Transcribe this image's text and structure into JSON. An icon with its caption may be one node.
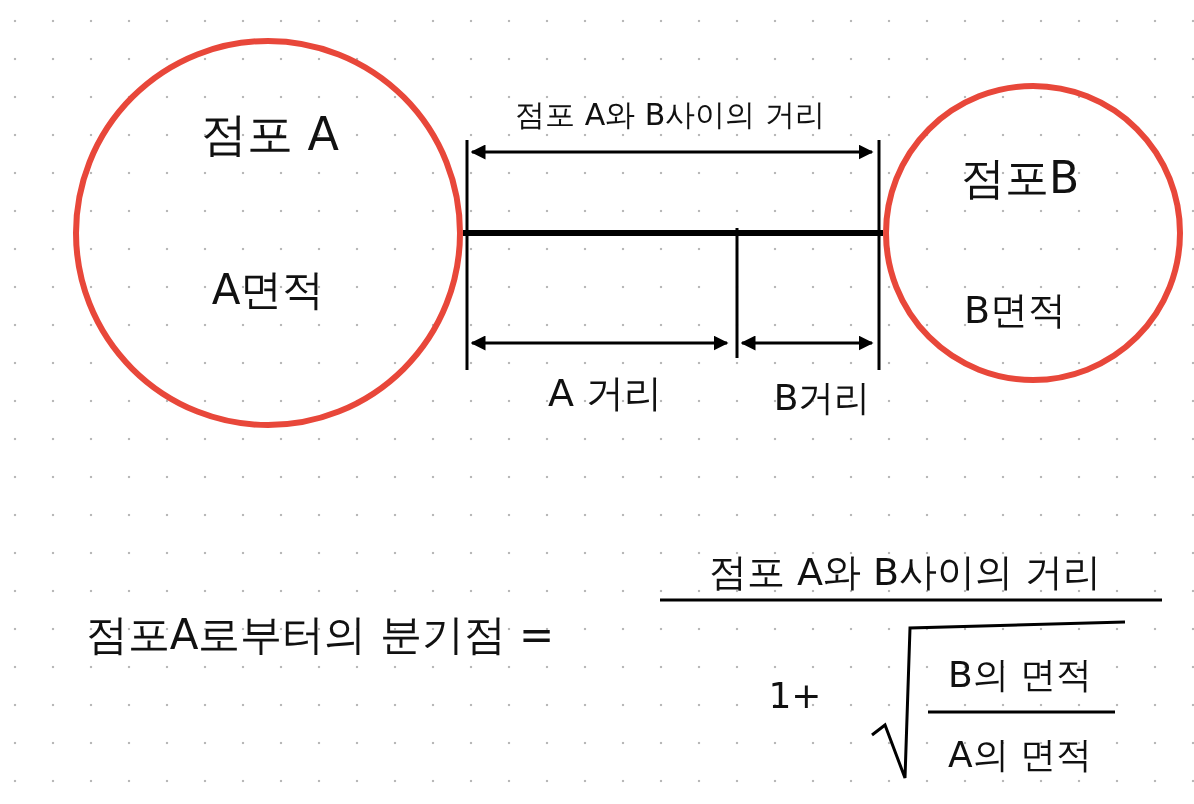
{
  "diagram": {
    "nodes": [
      {
        "text": [
          "점포 A",
          "A면적"
        ]
      },
      {
        "text": [
          "점포B",
          "B면적"
        ]
      }
    ],
    "edges": [
      {
        "from": 0,
        "to": 1,
        "arrow": "none"
      }
    ],
    "labels": [
      "점포 A와 B사이의 거리",
      "A 거리",
      "B거리",
      "점포A로부터의 분기점 =",
      "점포 A와 B사이의 거리",
      "1+",
      "B의 면적",
      "A의 면적"
    ]
  }
}
